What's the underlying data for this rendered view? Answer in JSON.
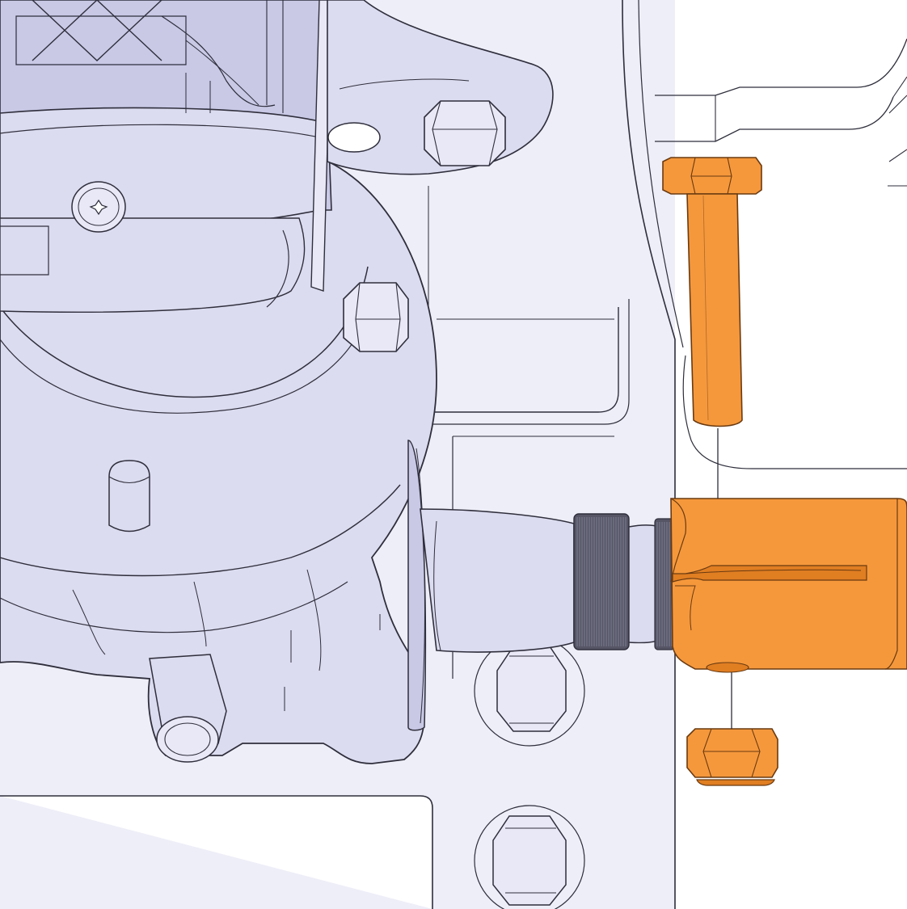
{
  "diagram": {
    "colors": {
      "background": "#ffffff",
      "part_fill": "#dcdcf0",
      "part_fill_dark": "#c9c9e6",
      "part_fill_light": "#e8e8f6",
      "frame_fill": "#eeeef8",
      "line": "#2e2e3c",
      "highlight": "#f5983c",
      "highlight_dark": "#e07e22",
      "highlight_line": "#6a3a10",
      "spline": "#55556a"
    },
    "highlighted_parts": [
      "hex-bolt",
      "clamp-yoke",
      "lock-nut"
    ]
  }
}
